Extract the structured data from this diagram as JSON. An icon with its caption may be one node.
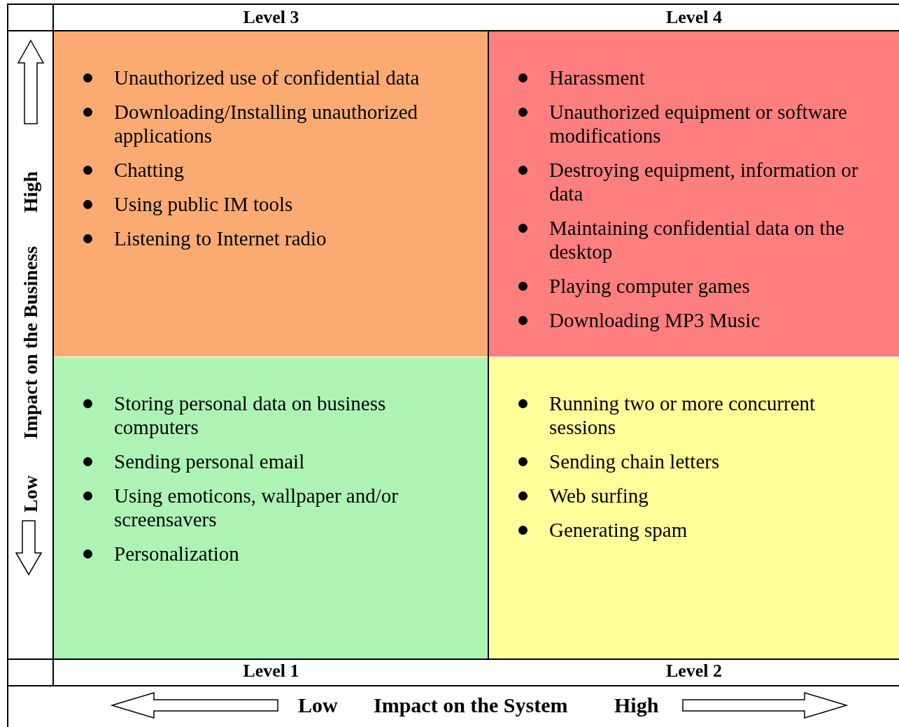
{
  "diagram": {
    "nodes": [
      {
        "text": [
          "Unauthorized use of confidential data",
          "Downloading/Installing unauthorized applications",
          "Chatting",
          "Using public IM tools",
          "Listening to Internet radio"
        ]
      },
      {
        "text": [
          "Harassment",
          "Unauthorized equipment or software modifications",
          "Destroying equipment, information or data",
          "Maintaining confidential data on the desktop",
          "Playing computer games",
          "Downloading MP3 Music"
        ]
      },
      {
        "text": [
          "Storing personal data on business computers",
          "Sending personal email",
          "Using emoticons, wallpaper and/or screensavers",
          "Personalization"
        ]
      },
      {
        "text": [
          "Running two or more concurrent sessions",
          "Sending chain letters",
          "Web surfing",
          "Generating spam"
        ]
      }
    ],
    "edges": [],
    "labels": [
      "Level 3",
      "Level 4",
      "High",
      "Impact on the Business",
      "Low",
      "Level 1",
      "Level 2",
      "Low",
      "Impact on the System",
      "High"
    ]
  }
}
